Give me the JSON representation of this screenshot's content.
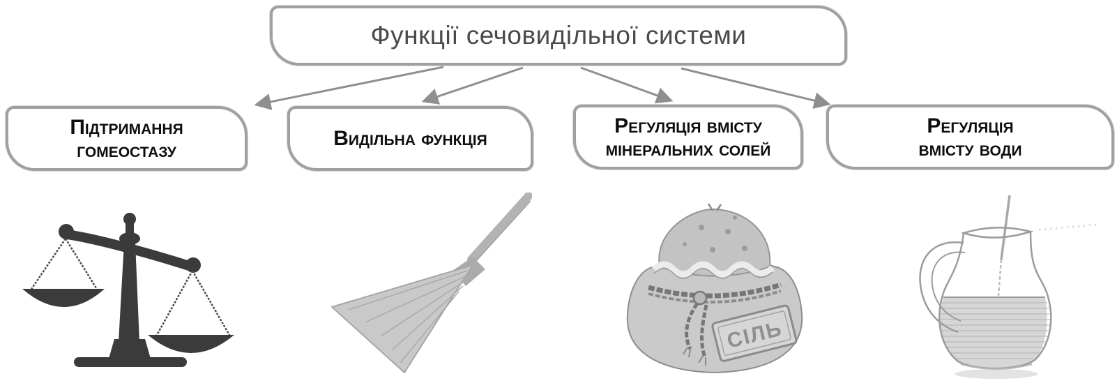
{
  "diagram": {
    "title": "Функції сечовидільної системи",
    "branches": [
      {
        "line1": "Підтримання",
        "line2": "гомеостазу",
        "icon": "balance-scales-icon"
      },
      {
        "line1": "Видільна функція",
        "line2": "",
        "icon": "broom-icon"
      },
      {
        "line1": "Регуляція вмісту",
        "line2": "мінеральних солей",
        "icon": "salt-bag-icon"
      },
      {
        "line1": "Регуляція",
        "line2": "вмісту води",
        "icon": "water-jug-icon"
      }
    ],
    "salt_bag_label": "СІЛЬ",
    "colors": {
      "background": "#ffffff",
      "box_border": "#a0a0a0",
      "title_text": "#4a4a4a",
      "branch_text": "#0e0e0e",
      "arrow": "#8f8f8f",
      "scales_icon": "#3b3b3b",
      "sketch_gray": "#b5b5b5"
    }
  }
}
